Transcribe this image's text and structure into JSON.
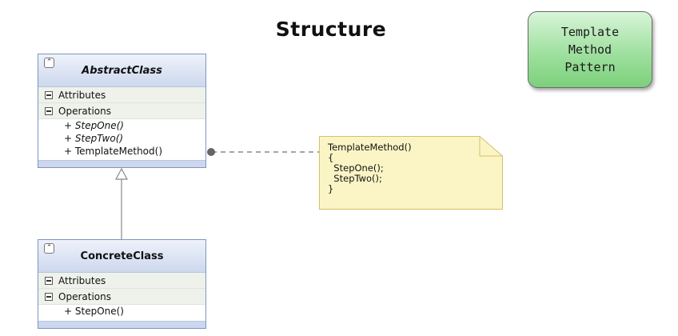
{
  "diagram": {
    "title": "Structure",
    "badge": "Template\nMethod\nPattern"
  },
  "abstract_class": {
    "name": "AbstractClass",
    "attributes_label": "Attributes",
    "operations_label": "Operations",
    "operations": [
      {
        "text": "+ StepOne()",
        "abstract": true
      },
      {
        "text": "+ StepTwo()",
        "abstract": true
      },
      {
        "text": "+ TemplateMethod()",
        "abstract": false
      }
    ]
  },
  "concrete_class": {
    "name": "ConcreteClass",
    "attributes_label": "Attributes",
    "operations_label": "Operations",
    "operations": [
      {
        "text": "+ StepOne()",
        "abstract": false
      }
    ]
  },
  "note": {
    "text": "TemplateMethod()\n{\n  StepOne();\n  StepTwo();\n}"
  },
  "colors": {
    "class_border": "#7d96c0",
    "note_fill": "#fbf5c5",
    "note_border": "#d4c06a",
    "badge_fill": "#9fe09f",
    "connector": "#888888"
  }
}
